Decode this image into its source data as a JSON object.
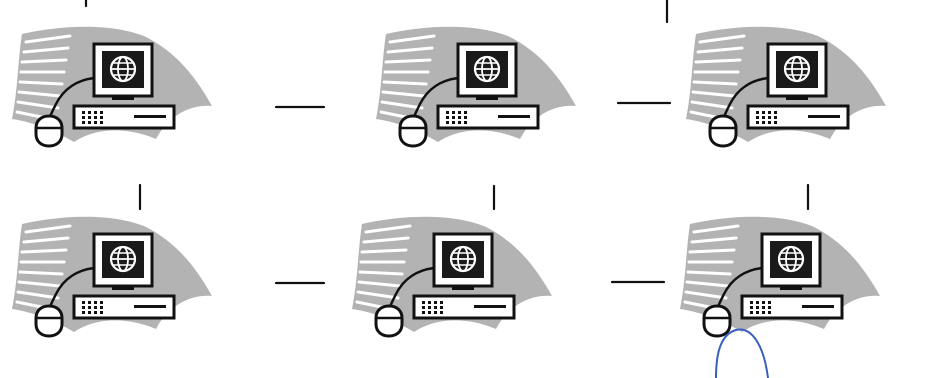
{
  "diagram": {
    "nodes": [
      {
        "id": "computer-1",
        "icon": "computer-globe-icon",
        "row": 1,
        "col": 1
      },
      {
        "id": "computer-2",
        "icon": "computer-globe-icon",
        "row": 1,
        "col": 2
      },
      {
        "id": "computer-3",
        "icon": "computer-globe-icon",
        "row": 1,
        "col": 3
      },
      {
        "id": "computer-4",
        "icon": "computer-globe-icon",
        "row": 2,
        "col": 1
      },
      {
        "id": "computer-5",
        "icon": "computer-globe-icon",
        "row": 2,
        "col": 2
      },
      {
        "id": "computer-6",
        "icon": "computer-globe-icon",
        "row": 2,
        "col": 3
      }
    ],
    "links": [
      {
        "from": "computer-1",
        "to": "computer-2"
      },
      {
        "from": "computer-2",
        "to": "computer-3"
      },
      {
        "from": "computer-1",
        "to": "computer-4"
      },
      {
        "from": "computer-2",
        "to": "computer-5"
      },
      {
        "from": "computer-3",
        "to": "computer-6"
      },
      {
        "from": "computer-4",
        "to": "computer-5"
      },
      {
        "from": "computer-5",
        "to": "computer-6"
      }
    ],
    "colors": {
      "line": "#111111",
      "screen": "#1a1a1a",
      "banner": "#b3b3b3",
      "annotation": "#3a5fbf"
    }
  }
}
